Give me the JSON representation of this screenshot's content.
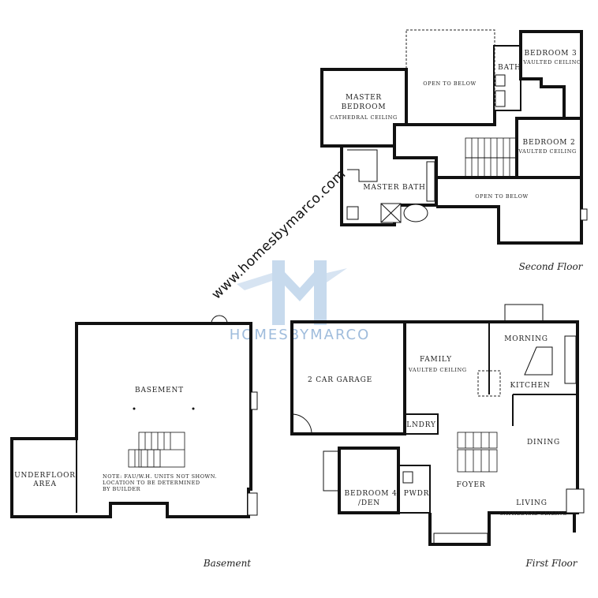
{
  "watermark": {
    "url": "www.homesbymarco.com",
    "brand": "HOMESBYMARCO"
  },
  "second_floor": {
    "title": "Second Floor",
    "rooms": {
      "master_bedroom_1": "MASTER",
      "master_bedroom_2": "BEDROOM",
      "master_bedroom_ceiling": "CATHEDRAL CEILING",
      "open_to_below_top": "OPEN TO BELOW",
      "bath": "BATH",
      "bedroom3": "BEDROOM 3",
      "bedroom3_ceiling": "VAULTED CEILING",
      "bedroom2": "BEDROOM 2",
      "bedroom2_ceiling": "VAULTED CEILING",
      "master_bath": "MASTER BATH",
      "open_to_below_bottom": "OPEN TO BELOW"
    }
  },
  "basement": {
    "title": "Basement",
    "rooms": {
      "basement": "BASEMENT",
      "underfloor_1": "UNDERFLOOR",
      "underfloor_2": "AREA",
      "note_1": "NOTE: FAU/W.H. UNITS NOT SHOWN.",
      "note_2": "LOCATION TO BE DETERMINED",
      "note_3": "BY BUILDER"
    }
  },
  "first_floor": {
    "title": "First Floor",
    "rooms": {
      "garage": "2 CAR GARAGE",
      "family": "FAMILY",
      "family_ceiling": "VAULTED CEILING",
      "morning": "MORNING",
      "kitchen": "KITCHEN",
      "laundry": "LNDRY",
      "dining": "DINING",
      "bedroom4_1": "BEDROOM 4",
      "bedroom4_2": "/DEN",
      "powder": "PWDR",
      "foyer": "FOYER",
      "living": "LIVING",
      "living_ceiling": "CATHEDRAL CEILING"
    }
  }
}
